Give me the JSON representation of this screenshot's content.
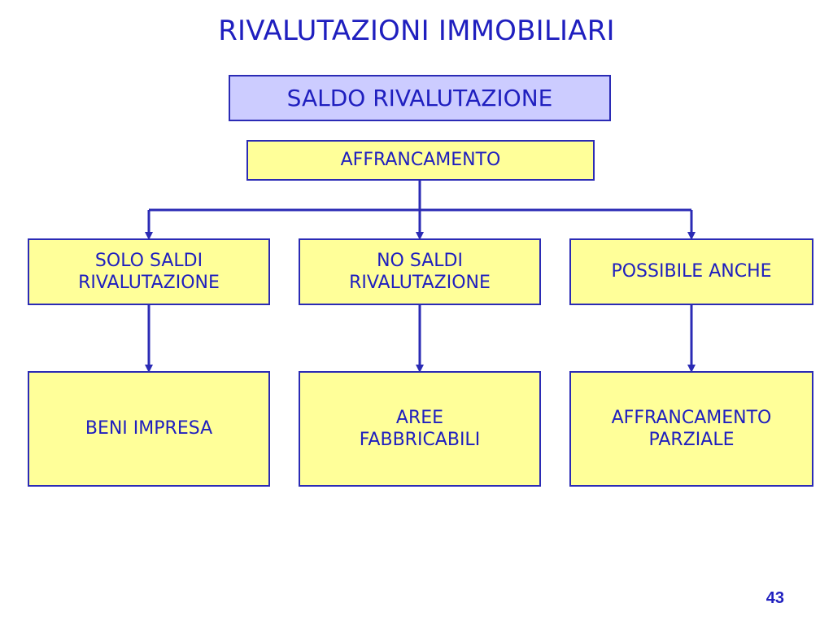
{
  "slide": {
    "title": "RIVALUTAZIONI IMMOBILIARI",
    "page_number": "43"
  },
  "diagram": {
    "root": "SALDO RIVALUTAZIONE",
    "level1": "AFFRANCAMENTO",
    "branches": [
      {
        "condition": "SOLO SALDI RIVALUTAZIONE",
        "result": "BENI IMPRESA"
      },
      {
        "condition": "NO SALDI RIVALUTAZIONE",
        "result": "AREE FABBRICABILI"
      },
      {
        "condition": "POSSIBILE ANCHE",
        "result": "AFFRANCAMENTO PARZIALE"
      }
    ]
  },
  "colors": {
    "text": "#1f1fbf",
    "border": "#2b2bb5",
    "root_fill": "#ccccff",
    "node_fill": "#ffff99"
  }
}
